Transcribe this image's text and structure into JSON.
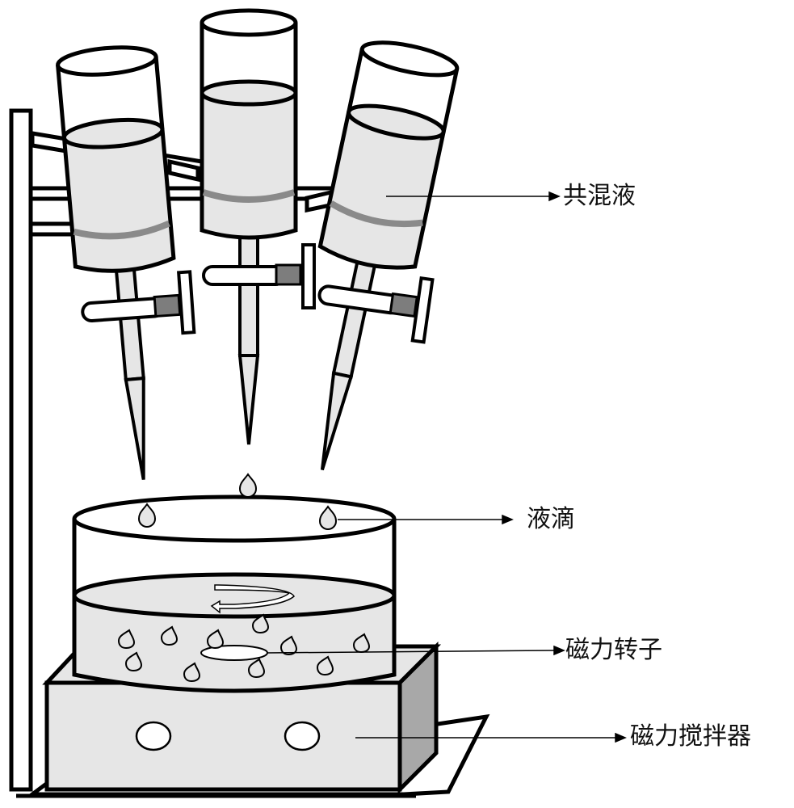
{
  "labels": {
    "mixed_solution": "共混液",
    "droplet": "液滴",
    "magnetic_stir_bar": "磁力转子",
    "magnetic_stirrer": "磁力搅拌器"
  },
  "colors": {
    "outline": "#000000",
    "liquid": "#e6e6e6",
    "band": "#8a8a8a",
    "stopcock_plug": "#7d7d7d",
    "box_side": "#a8a8a8",
    "background": "#ffffff"
  }
}
